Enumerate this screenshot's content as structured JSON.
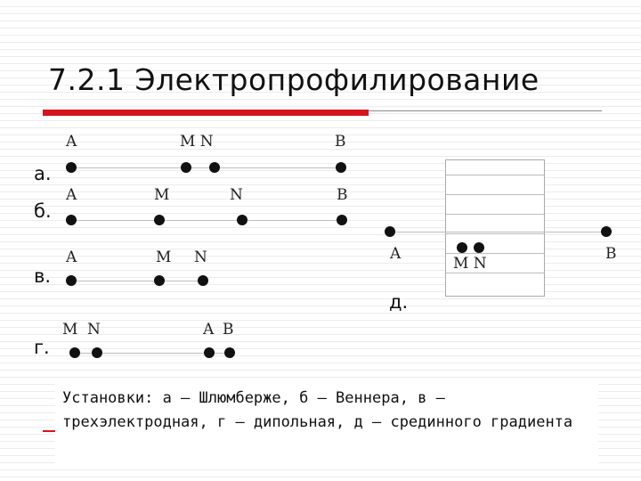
{
  "slide": {
    "title": "7.2.1 Электропрофилирование",
    "caption": "Установки: а – Шлюмберже, б – Веннера, в – трехэлектродная, г – дипольная, д – срединного градиента"
  },
  "colors": {
    "accent_red": "#d7141b",
    "dot": "#111111",
    "wire": "#bdbdbd"
  },
  "arrays": {
    "a": {
      "letter": "а.",
      "labels": [
        "A",
        "M N",
        "B"
      ]
    },
    "b": {
      "letter": "б.",
      "labels": [
        "A",
        "M",
        "N",
        "B"
      ]
    },
    "v": {
      "letter": "в.",
      "labels": [
        "A",
        "M",
        "N"
      ]
    },
    "g": {
      "letter": "г.",
      "labels": [
        "M",
        "N",
        "A",
        "B"
      ]
    },
    "d": {
      "letter": "д.",
      "labels": [
        "A",
        "M N",
        "B"
      ]
    }
  }
}
